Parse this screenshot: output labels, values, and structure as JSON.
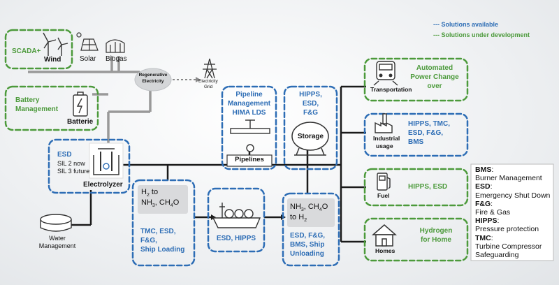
{
  "legend": {
    "available": "--- Solutions available",
    "development": "--- Solutions  under development",
    "available_color": "#2d6db5",
    "development_color": "#4c9a3b"
  },
  "sources": {
    "scada": "SCADA+",
    "wind": "Wind",
    "solar": "Solar",
    "biogas": "Biogas",
    "battery_management": [
      "Battery",
      "Management"
    ],
    "batterie": "Batterie",
    "regenerative": [
      "Regenerative",
      "Electricity"
    ],
    "electricity_grid": [
      "Electricity",
      "Grid"
    ]
  },
  "electrolyzer": {
    "esd": "ESD",
    "sil2": "SIL 2 now",
    "sil3": "SIL 3 future",
    "label": "Electrolyzer",
    "water": [
      "Water",
      "Management"
    ]
  },
  "pipeline": {
    "title": [
      "Pipeline",
      "Management",
      "HIMA LDS"
    ],
    "label": "Pipelines"
  },
  "storage": {
    "title": [
      "HIPPS,",
      "ESD,",
      "F&G"
    ],
    "label": "Storage"
  },
  "conversion": {
    "h2_to": [
      "H",
      "2",
      " to"
    ],
    "nh3_ch4o": [
      "NH",
      "3",
      ", CH",
      "4",
      "O"
    ],
    "solutions": [
      "TMC,  ESD,",
      "F&G,",
      "Ship Loading"
    ]
  },
  "shipping": {
    "solutions": "ESD, HIPPS"
  },
  "reconversion": {
    "line1": [
      "NH",
      "3",
      ", CH",
      "4",
      "O"
    ],
    "line2": [
      "to H",
      "2"
    ],
    "solutions": [
      "ESD, F&G,",
      "BMS, Ship",
      "Unloading"
    ]
  },
  "transportation": {
    "title": [
      "Automated",
      "Power Change",
      "over"
    ],
    "label": "Transportation"
  },
  "industrial": {
    "solutions": [
      "HIPPS, TMC,",
      "ESD, F&G,",
      "BMS"
    ],
    "label": [
      "Industrial",
      "usage"
    ]
  },
  "fuel": {
    "solutions": "HIPPS, ESD",
    "label": "Fuel"
  },
  "homes": {
    "title": [
      "Hydrogen",
      "for Home"
    ],
    "label": "Homes"
  },
  "abbreviations": [
    {
      "abbr": "BMS",
      "def": "Burner Management"
    },
    {
      "abbr": "ESD",
      "def": "Emergency Shut Down"
    },
    {
      "abbr": "F&G",
      "def": "Fire & Gas"
    },
    {
      "abbr": "HIPPS",
      "def": "Pressure protection"
    },
    {
      "abbr": "TMC",
      "def": "Turbine Compressor Safeguarding"
    }
  ]
}
